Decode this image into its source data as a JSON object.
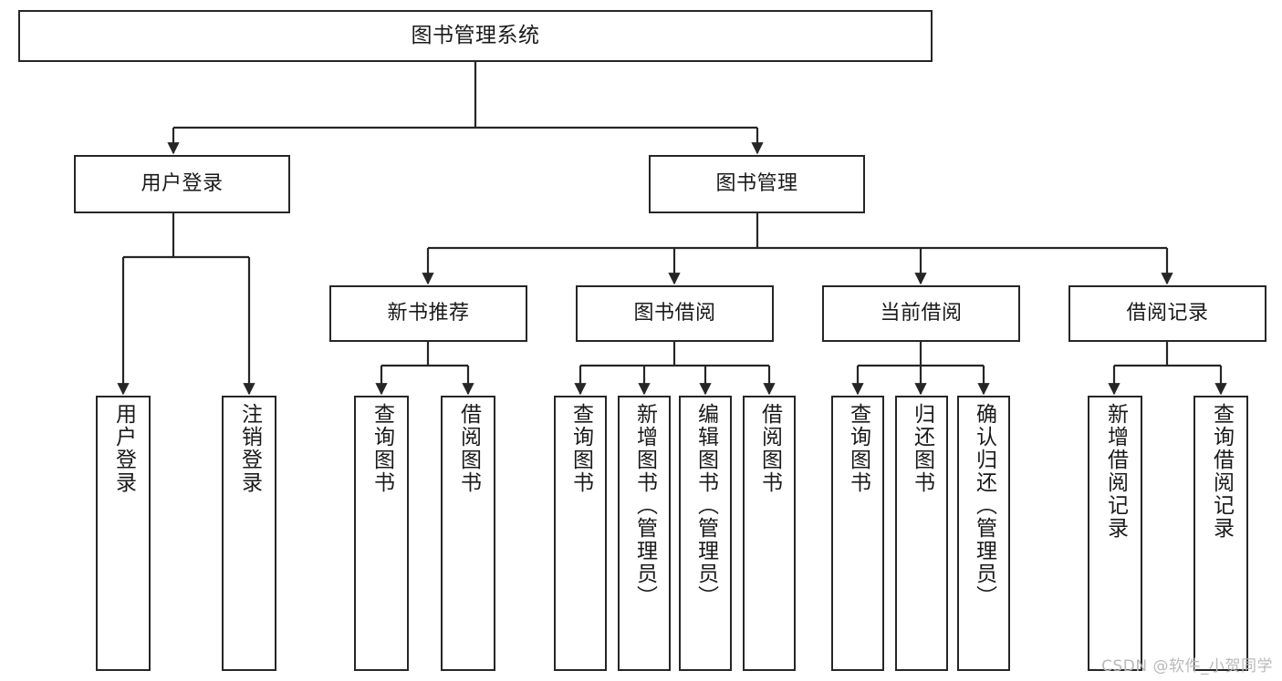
{
  "diagram": {
    "title": "图书管理系统",
    "type": "tree-hierarchy",
    "orientation": "top-down",
    "colors": {
      "box_border": "#262626",
      "box_fill": "#ffffff",
      "edge": "#262626",
      "text": "#1a1a1a",
      "watermark": "#b9b9b9",
      "background": "#ffffff"
    },
    "watermark": "CSDN @软件_小贺同学"
  },
  "nodes": {
    "root": {
      "label": "图书管理系统"
    },
    "level1": [
      {
        "id": "user-login",
        "label": "用户登录"
      },
      {
        "id": "book-management",
        "label": "图书管理"
      }
    ],
    "level2": [
      {
        "id": "new-book-recommend",
        "label": "新书推荐"
      },
      {
        "id": "book-borrow",
        "label": "图书借阅"
      },
      {
        "id": "current-borrow",
        "label": "当前借阅"
      },
      {
        "id": "borrow-record",
        "label": "借阅记录"
      }
    ],
    "leaves": {
      "user-login": [
        {
          "id": "leaf-user-login",
          "label": "用户登录"
        },
        {
          "id": "leaf-logout-login",
          "label": "注销登录"
        }
      ],
      "new-book-recommend": [
        {
          "id": "leaf-query-book-1",
          "label": "查询图书"
        },
        {
          "id": "leaf-borrow-book-1",
          "label": "借阅图书"
        }
      ],
      "book-borrow": [
        {
          "id": "leaf-query-book-2",
          "label": "查询图书"
        },
        {
          "id": "leaf-add-book",
          "label": "新增图书（管理员）"
        },
        {
          "id": "leaf-edit-book",
          "label": "编辑图书（管理员）"
        },
        {
          "id": "leaf-borrow-book-2",
          "label": "借阅图书"
        }
      ],
      "current-borrow": [
        {
          "id": "leaf-query-book-3",
          "label": "查询图书"
        },
        {
          "id": "leaf-return-book",
          "label": "归还图书"
        },
        {
          "id": "leaf-confirm-return",
          "label": "确认归还（管理员）"
        }
      ],
      "borrow-record": [
        {
          "id": "leaf-add-record",
          "label": "新增借阅记录"
        },
        {
          "id": "leaf-query-record",
          "label": "查询借阅记录"
        }
      ]
    }
  }
}
